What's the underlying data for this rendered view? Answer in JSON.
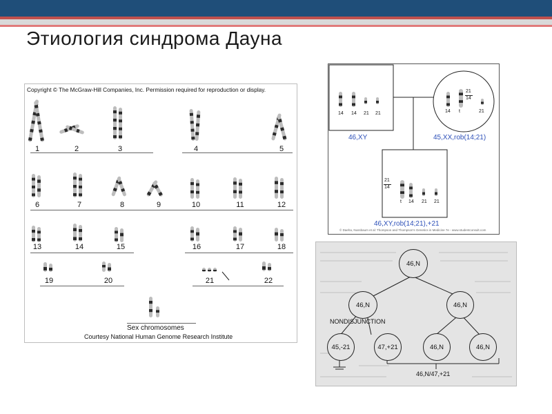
{
  "slide": {
    "title": "Этиология синдрома Дауна"
  },
  "karyotype": {
    "copyright": "Copyright © The McGraw-Hill Companies, Inc. Permission required for reproduction or display.",
    "row1": [
      "1",
      "2",
      "3",
      "4",
      "5"
    ],
    "row2": [
      "6",
      "7",
      "8",
      "9",
      "10",
      "11",
      "12"
    ],
    "row3": [
      "13",
      "14",
      "15",
      "16",
      "17",
      "18"
    ],
    "row4": [
      "19",
      "20",
      "21",
      "22"
    ],
    "sex_label": "Sex chromosomes",
    "credit": "Courtesy National Human Genome Research Institute"
  },
  "pedigree": {
    "father_labels": [
      "14",
      "14",
      "21",
      "21"
    ],
    "father_karyotype": "46,XY",
    "mother_fraction_top": "21",
    "mother_fraction_bottom": "14",
    "mother_labels": [
      "14",
      "t",
      "21"
    ],
    "mother_karyotype": "45,XX,rob(14;21)",
    "child_fraction_top": "21",
    "child_fraction_bottom": "14",
    "child_labels": [
      "t",
      "14",
      "21",
      "21"
    ],
    "child_karyotype": "46,XY,rob(14;21),+21",
    "credit": "© Daeha, Nussbaum et al: Thompson and Thompson's Genetics in Medicine 7e - www.studentconsult.com"
  },
  "nondisjunction": {
    "root": "46,N",
    "left": "46,N",
    "right": "46,N",
    "label": "NONDISJUNCTION",
    "leaf1": "45,-21",
    "leaf2": "47,+21",
    "leaf3": "46,N",
    "leaf4": "46,N",
    "mosaic": "46,N/47,+21"
  }
}
